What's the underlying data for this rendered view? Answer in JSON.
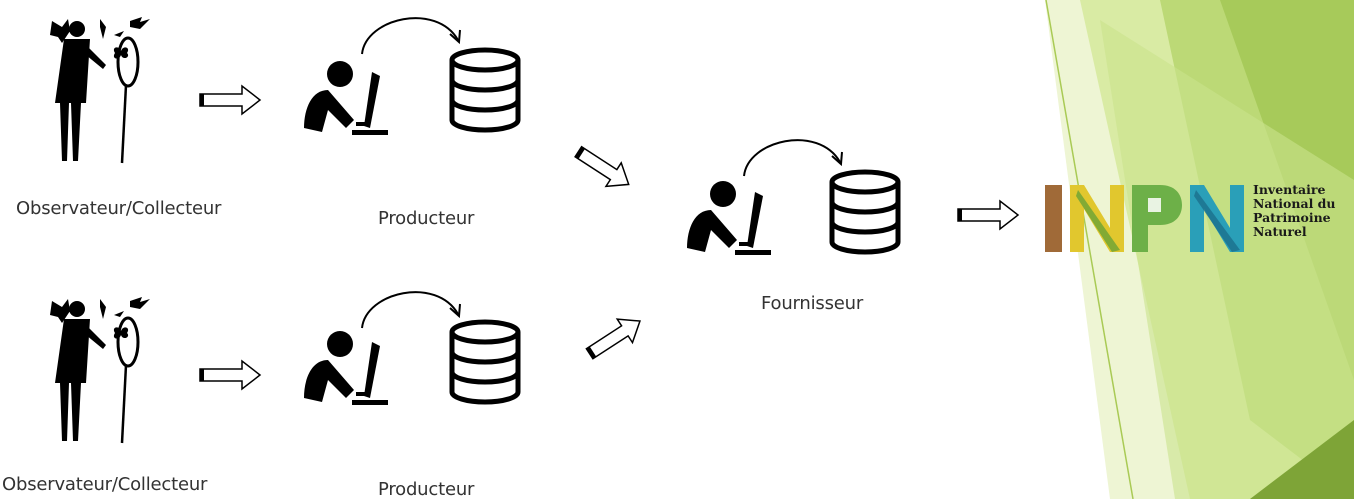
{
  "labels": {
    "observer_top": "Observateur/Collecteur",
    "observer_bottom": "Observateur/Collecteur",
    "producer_top": "Producteur",
    "producer_bottom": "Producteur",
    "provider": "Fournisseur"
  },
  "logo": {
    "mark": "INPN",
    "lines": [
      "Inventaire",
      "National du",
      "Patrimoine",
      "Naturel"
    ]
  },
  "colors": {
    "ink": "#000000",
    "green_light": "#d7ea9e",
    "green_mid": "#b5d56a",
    "green_dark": "#8db33f"
  },
  "icons": [
    "observer-icon",
    "operator-icon",
    "database-icon",
    "curved-arrow-icon",
    "block-arrow-icon"
  ]
}
